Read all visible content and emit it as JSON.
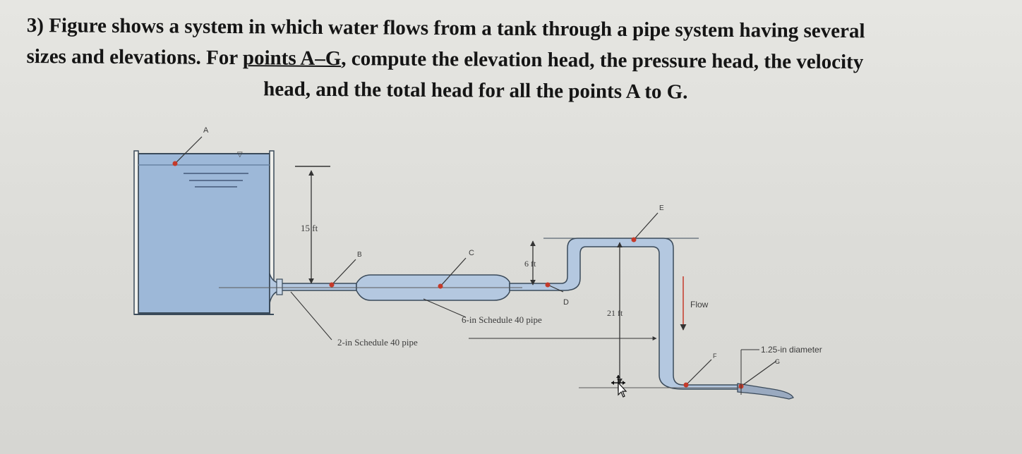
{
  "problem": {
    "number": "3)",
    "line1": "Figure shows a system in which water flows from a tank through a pipe system having several",
    "line2_pre": "sizes and elevations. For ",
    "line2_link": "points A–G",
    "line2_post": ", compute the elevation head, the pressure head, the velocity",
    "line3": "head, and the total head for all the points A to G."
  },
  "diagram": {
    "points": {
      "a": "A",
      "b": "B",
      "c": "C",
      "d": "D",
      "e": "E",
      "f": "F",
      "g": "G"
    },
    "dimensions": {
      "tank_height": "15 ft",
      "riser_height": "6 ft",
      "drop_height": "21 ft"
    },
    "pipe_labels": {
      "two_inch": "2-in Schedule 40 pipe",
      "six_inch": "6-in Schedule 40 pipe",
      "nozzle": "1.25-in diameter"
    },
    "flow_label": "Flow",
    "colors": {
      "water": "#9db8d8",
      "pipe_fill": "#b4c8e0",
      "pipe_outline": "#3a4a5a",
      "marker": "#c43a2a",
      "text": "#151515"
    }
  }
}
